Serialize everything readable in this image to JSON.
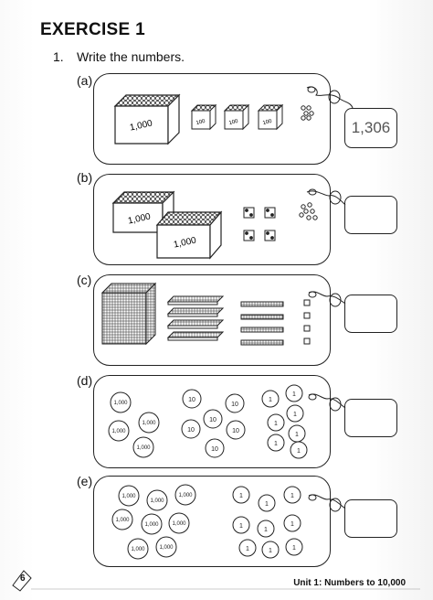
{
  "exercise": {
    "title": "EXERCISE 1"
  },
  "question": {
    "number": "1.",
    "text": "Write the numbers."
  },
  "parts": [
    {
      "label": "(a)",
      "answer": "1,306"
    },
    {
      "label": "(b)",
      "answer": ""
    },
    {
      "label": "(c)",
      "answer": ""
    },
    {
      "label": "(d)",
      "answer": ""
    },
    {
      "label": "(e)",
      "answer": ""
    }
  ],
  "block_labels": {
    "thousand": "1,000",
    "hundred": "100"
  },
  "counter_labels": {
    "thousand": "1,000",
    "ten": "10",
    "one": "1"
  },
  "footer": {
    "page_number": "6",
    "unit": "Unit 1: Numbers to 10,000"
  }
}
